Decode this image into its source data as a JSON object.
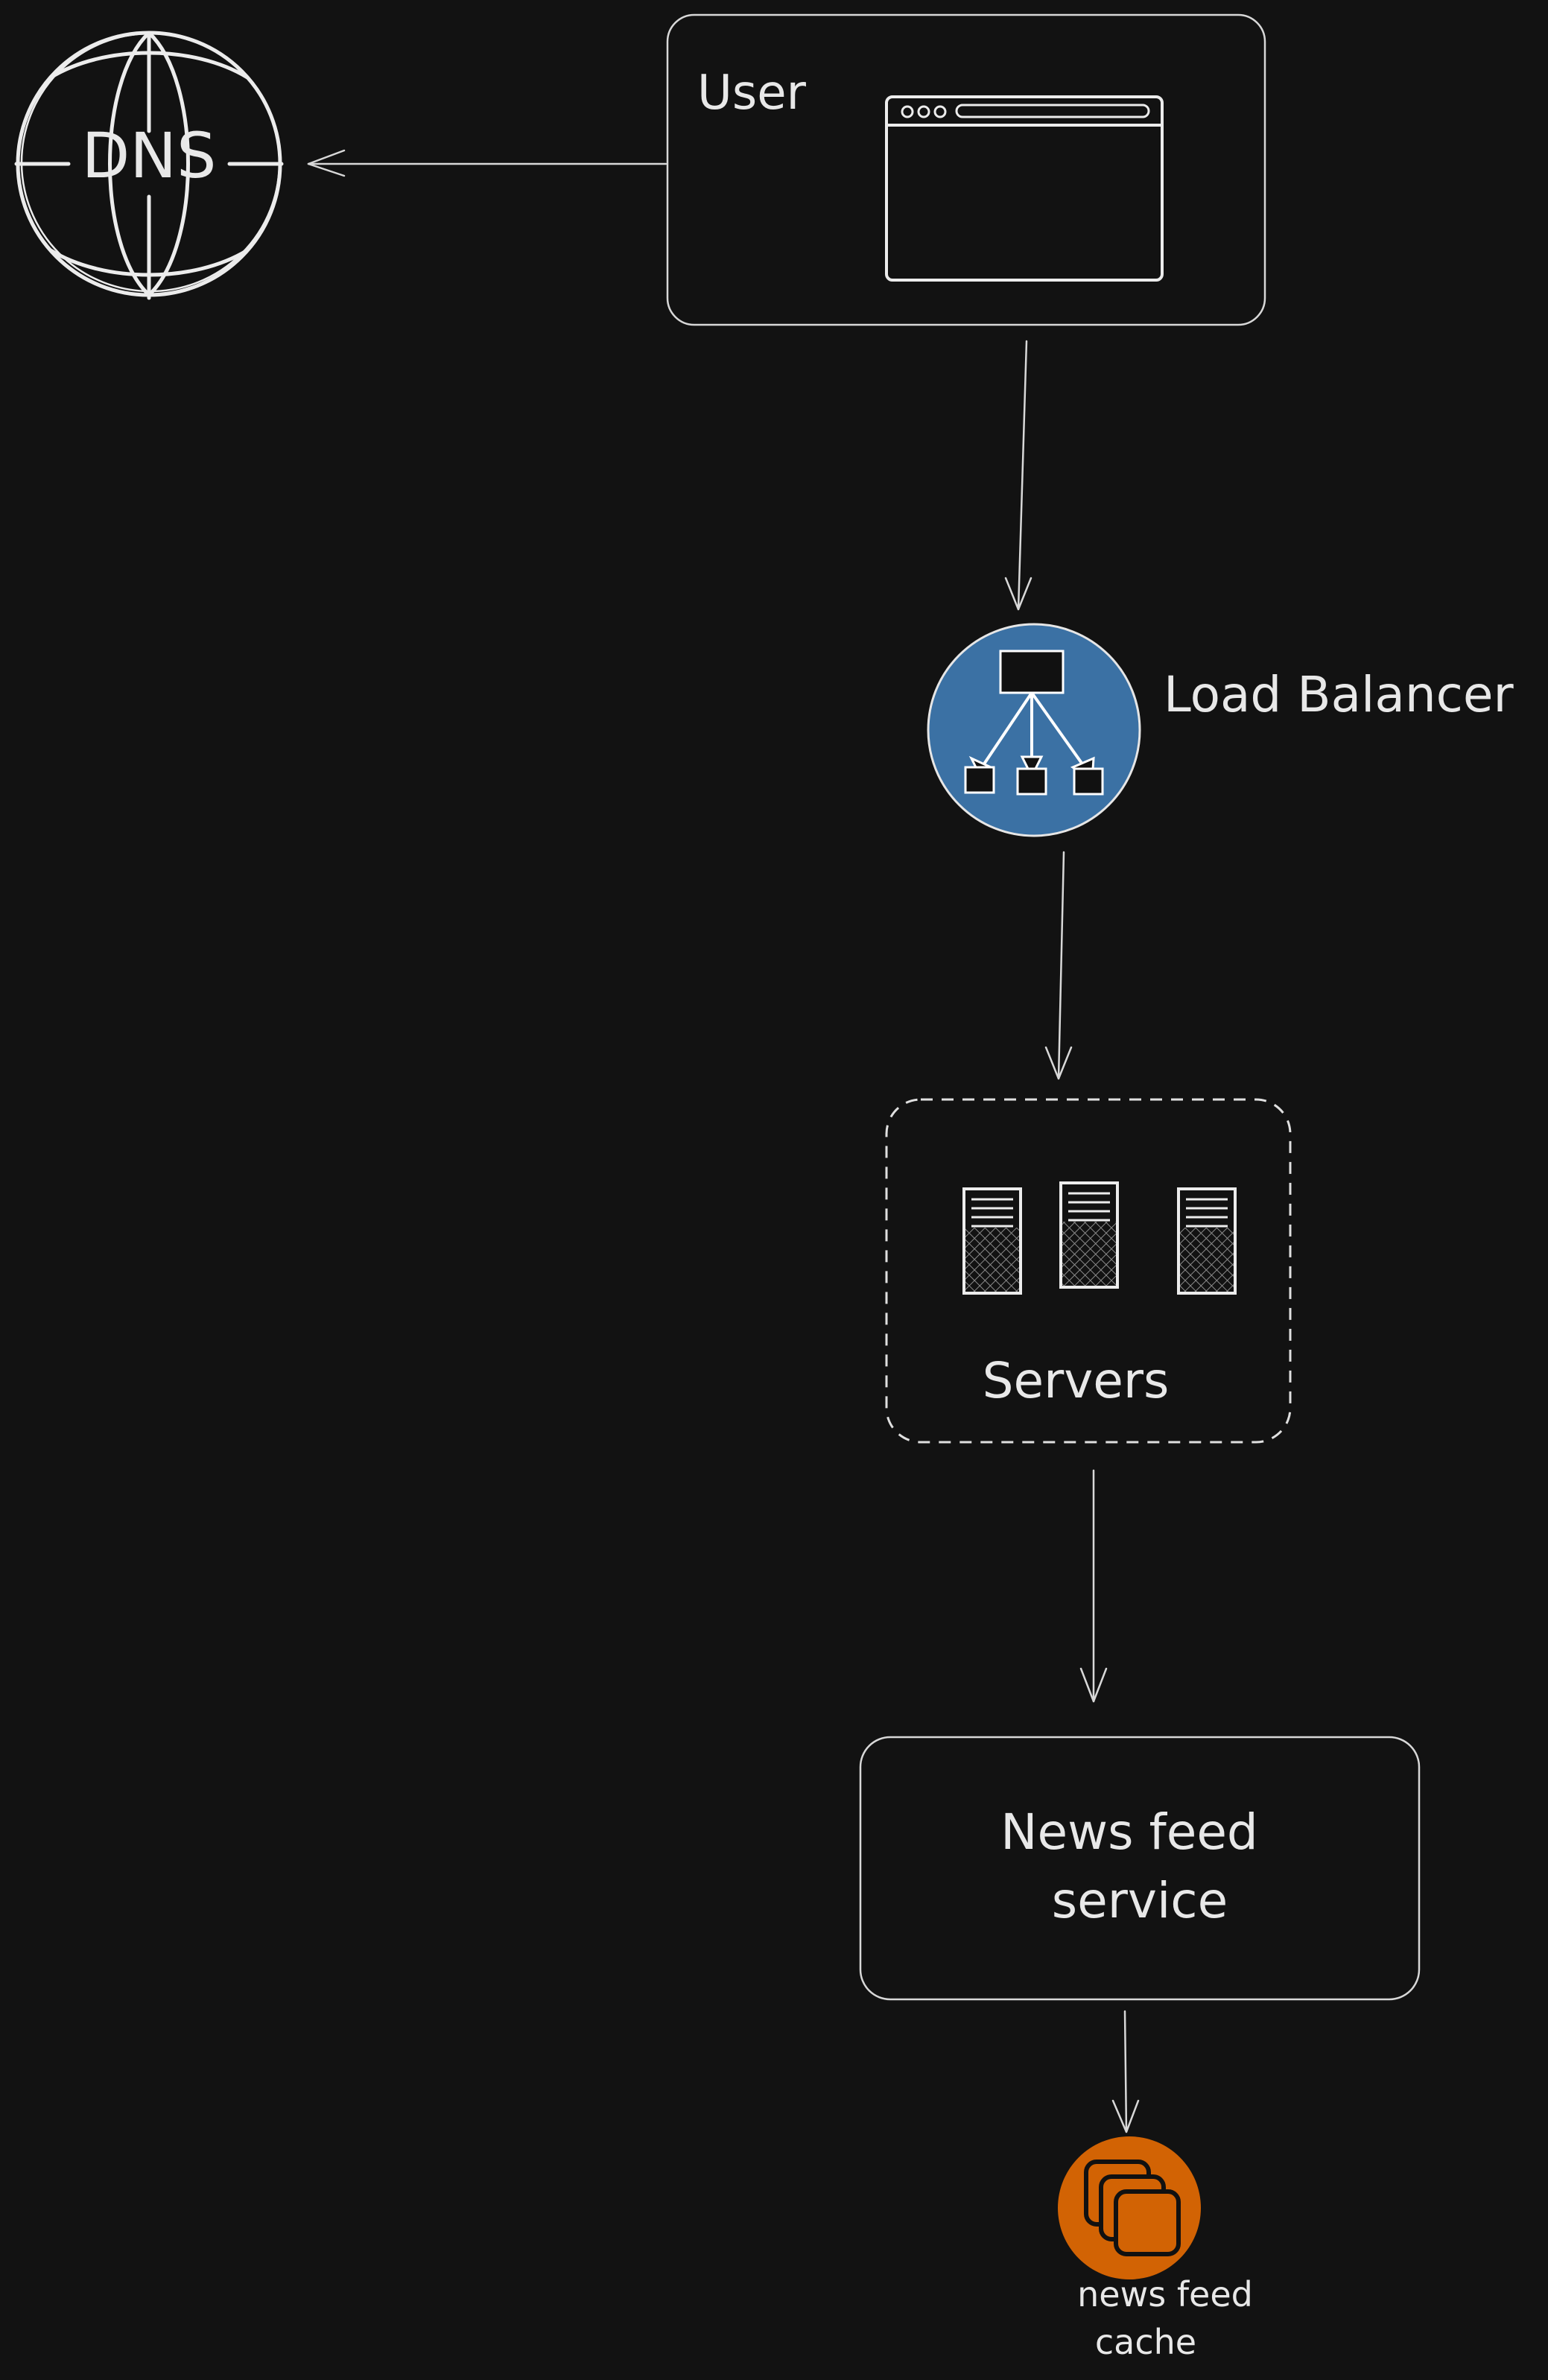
{
  "diagram": {
    "nodes": {
      "dns": {
        "label": "DNS",
        "icon": "globe-icon"
      },
      "user": {
        "label": "User",
        "icon": "browser-window-icon"
      },
      "load_balancer": {
        "label": "Load Balancer",
        "icon": "load-balancer-icon",
        "color": "#3b71a4"
      },
      "servers": {
        "label": "Servers",
        "icon": "server-rack-icon"
      },
      "news_feed_service": {
        "label_line1": "News feed",
        "label_line2": "service"
      },
      "news_feed_cache": {
        "label_line1": "news feed",
        "label_line2": "cache",
        "icon": "cache-stack-icon",
        "color": "#d26304"
      }
    },
    "edges": [
      {
        "from": "user",
        "to": "dns"
      },
      {
        "from": "user",
        "to": "load_balancer"
      },
      {
        "from": "load_balancer",
        "to": "servers"
      },
      {
        "from": "servers",
        "to": "news_feed_service"
      },
      {
        "from": "news_feed_service",
        "to": "news_feed_cache"
      }
    ],
    "colors": {
      "background": "#121212",
      "stroke": "#e6e6e6",
      "text": "#e8e8e8"
    }
  }
}
